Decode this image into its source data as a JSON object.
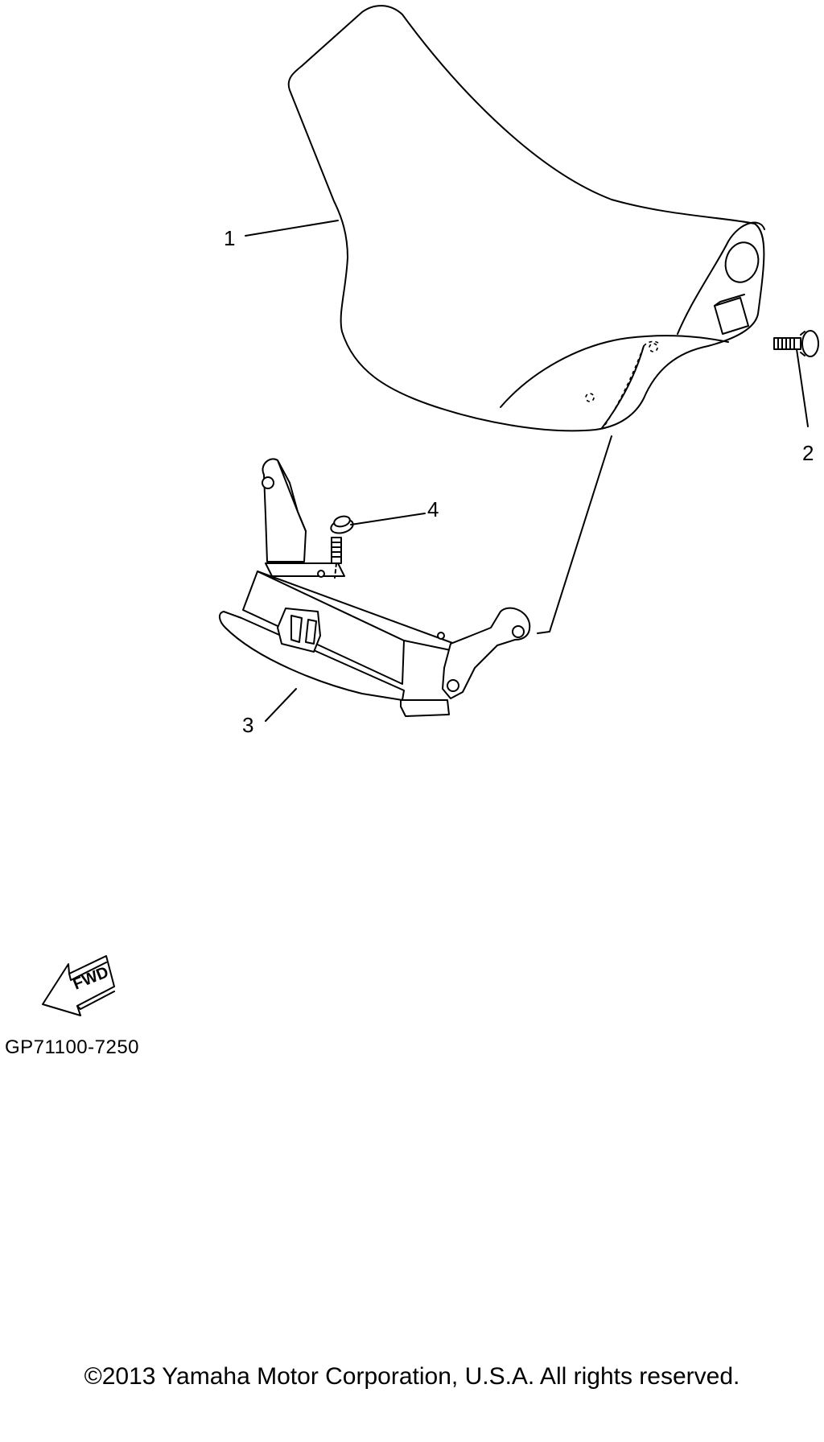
{
  "callouts": [
    {
      "id": "1",
      "label": "1"
    },
    {
      "id": "2",
      "label": "2"
    },
    {
      "id": "3",
      "label": "3"
    },
    {
      "id": "4",
      "label": "4"
    }
  ],
  "fwd_arrow": {
    "label": "FWD",
    "icon": "fwd-arrow-icon"
  },
  "part_code": "GP71100-7250",
  "copyright": "©2013 Yamaha Motor Corporation, U.S.A. All rights reserved.",
  "colors": {
    "line": "#000000",
    "background": "#ffffff"
  }
}
